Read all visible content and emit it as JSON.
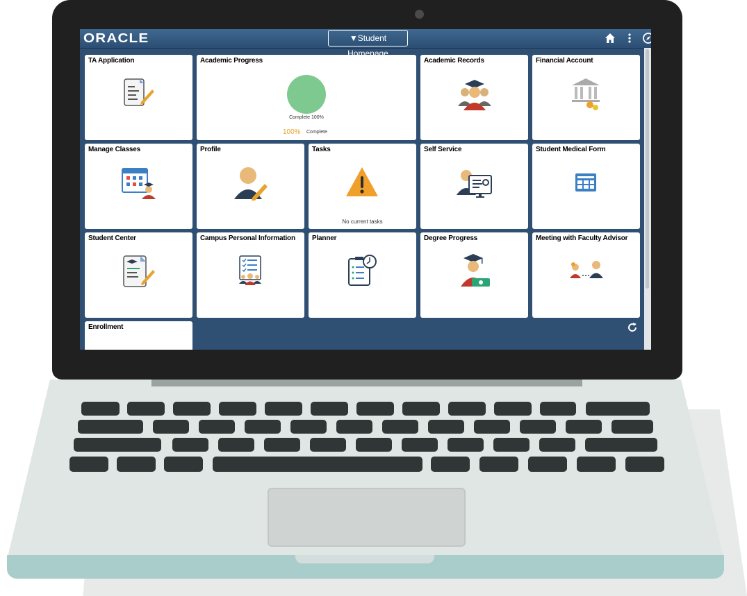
{
  "header": {
    "logo": "ORACLE",
    "page_selector": "▼Student Homepage",
    "icons": [
      "home-icon",
      "actions-menu-icon",
      "navbar-compass-icon"
    ]
  },
  "tiles": [
    {
      "title": "TA Application",
      "icon": "document-edit-icon"
    },
    {
      "title": "Academic Progress",
      "icon": "progress-pie-icon"
    },
    {
      "title": "Academic Records",
      "icon": "graduates-icon"
    },
    {
      "title": "Financial Account",
      "icon": "bank-icon"
    },
    {
      "title": "Manage Classes",
      "icon": "calendar-student-icon"
    },
    {
      "title": "Profile",
      "icon": "profile-edit-icon"
    },
    {
      "title": "Tasks",
      "icon": "warning-icon"
    },
    {
      "title": "Self Service",
      "icon": "self-service-icon"
    },
    {
      "title": "Student Medical Form",
      "icon": "form-icon"
    },
    {
      "title": "Student Center",
      "icon": "student-document-icon"
    },
    {
      "title": "Campus Personal Information",
      "icon": "personal-info-icon"
    },
    {
      "title": "Planner",
      "icon": "planner-icon"
    },
    {
      "title": "Degree Progress",
      "icon": "degree-icon"
    },
    {
      "title": "Meeting with Faculty Advisor",
      "icon": "meeting-icon"
    },
    {
      "title": "Enrollment",
      "icon": ""
    }
  ],
  "academic_progress": {
    "pie_label": "Complete 100%",
    "percent": "100%",
    "status": "Complete",
    "completion_fraction": 1.0,
    "pie_color": "#7dc98f",
    "percent_color": "#e8a32e"
  },
  "tasks": {
    "message": "No current tasks"
  },
  "colors": {
    "banner": "#2f4f73",
    "tile": "#ffffff",
    "warning": "#f0a02a"
  }
}
